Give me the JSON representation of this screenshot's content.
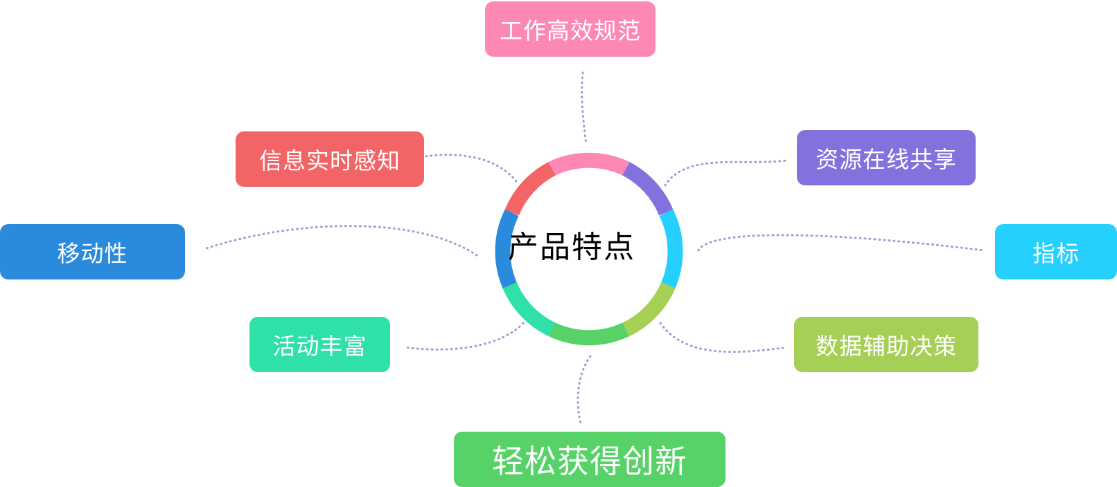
{
  "center": {
    "label": "产品特点"
  },
  "colors": {
    "connector": "#9b9fd0",
    "ring_pink": "#fd88b4",
    "ring_purple": "#8571de",
    "ring_cyan": "#25cffe",
    "ring_lime": "#a6d055",
    "ring_green": "#57d268",
    "ring_teal": "#2fe0a8",
    "ring_blue": "#2a8adb",
    "ring_red": "#f36466"
  },
  "nodes": {
    "work_standard": {
      "label": "工作高效规范",
      "color": "#fd88b4"
    },
    "resource_share": {
      "label": "资源在线共享",
      "color": "#8571de"
    },
    "indicator": {
      "label": "指标",
      "color": "#25cffe"
    },
    "data_decision": {
      "label": "数据辅助决策",
      "color": "#a6d055"
    },
    "easy_innovation": {
      "label": "轻松获得创新",
      "color": "#57d268"
    },
    "rich_activities": {
      "label": "活动丰富",
      "color": "#2fe0a8"
    },
    "mobility": {
      "label": "移动性",
      "color": "#2a8adb"
    },
    "info_realtime": {
      "label": "信息实时感知",
      "color": "#f36466"
    }
  }
}
